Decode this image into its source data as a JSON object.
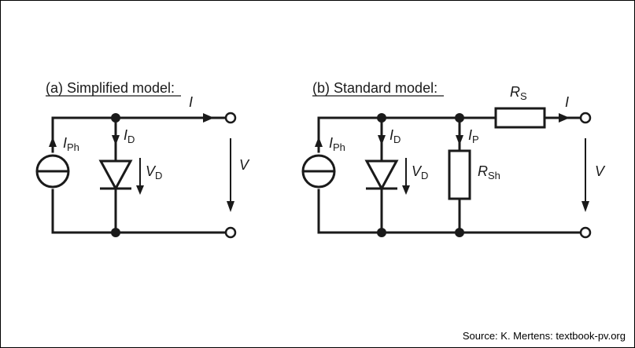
{
  "simplified": {
    "title": "(a) Simplified model:",
    "i_ph": "I",
    "i_ph_sub": "Ph",
    "i_d": "I",
    "i_d_sub": "D",
    "v_d": "V",
    "v_d_sub": "D",
    "i_out": "I",
    "v_out": "V"
  },
  "standard": {
    "title": "(b) Standard model:",
    "i_ph": "I",
    "i_ph_sub": "Ph",
    "i_d": "I",
    "i_d_sub": "D",
    "v_d": "V",
    "v_d_sub": "D",
    "i_p": "I",
    "i_p_sub": "P",
    "r_sh": "R",
    "r_sh_sub": "Sh",
    "r_s": "R",
    "r_s_sub": "S",
    "i_out": "I",
    "v_out": "V"
  },
  "source": "Source: K. Mertens: textbook-pv.org"
}
